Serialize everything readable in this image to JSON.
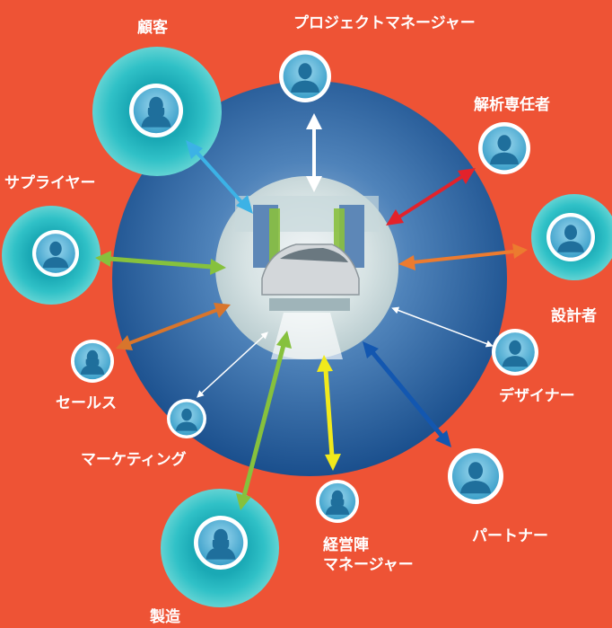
{
  "colors": {
    "background": "#ee5335",
    "sphere_outer": "#1c5796",
    "sphere_inner": "#5a8cc0",
    "halo": "#35c6c8",
    "avatar_ring": "#ffffff",
    "avatar_fill": "#2f8fbd",
    "arrow_white": "#ffffff",
    "arrow_blue": "#3cb2e6",
    "arrow_red": "#e3222b",
    "arrow_orange": "#ec7b2f",
    "arrow_green": "#86c13d",
    "arrow_yellow": "#f1ea1c",
    "arrow_navy": "#1357b0",
    "arrow_brown": "#d8752c"
  },
  "center": {
    "icon": "car-assembly-line-image"
  },
  "roles": [
    {
      "id": "customer",
      "label": "顧客",
      "icon": "person-female-icon",
      "halo": true
    },
    {
      "id": "project-manager",
      "label": "プロジェクトマネージャー",
      "icon": "person-icon",
      "halo": false
    },
    {
      "id": "analyst",
      "label": "解析専任者",
      "icon": "person-icon",
      "halo": false
    },
    {
      "id": "supplier",
      "label": "サプライヤー",
      "icon": "person-icon",
      "halo": true
    },
    {
      "id": "engineer",
      "label": "設計者",
      "icon": "person-icon",
      "halo": true
    },
    {
      "id": "sales",
      "label": "セールス",
      "icon": "person-female-icon",
      "halo": false
    },
    {
      "id": "designer",
      "label": "デザイナー",
      "icon": "person-icon",
      "halo": false
    },
    {
      "id": "marketing",
      "label": "マーケティング",
      "icon": "person-icon",
      "halo": false
    },
    {
      "id": "management",
      "label_line1": "経営陣",
      "label_line2": "マネージャー",
      "icon": "person-female-icon",
      "halo": false
    },
    {
      "id": "partner",
      "label": "パートナー",
      "icon": "person-icon",
      "halo": false
    },
    {
      "id": "manufacturing",
      "label": "製造",
      "icon": "person-female-icon",
      "halo": true
    }
  ]
}
